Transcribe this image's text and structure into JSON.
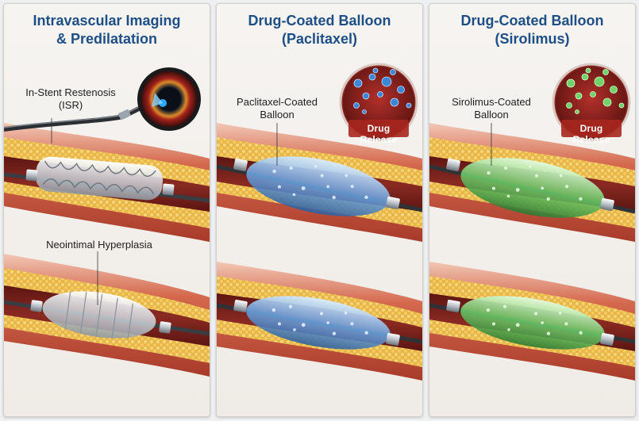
{
  "colors": {
    "title": "#1d4e86",
    "vessel_wall": "#c8553d",
    "plaque": "#e9b94c",
    "lumen": "#7a1f1c",
    "paclitaxel_drug": "#3d86d6",
    "sirolimus_drug": "#5fc25a"
  },
  "panels": [
    {
      "title_line1": "Intravascular Imaging",
      "title_line2": "& Predilatation",
      "label_top_line1": "In-Stent Restenosis",
      "label_top_line2": "(ISR)",
      "label_bottom": "Neointimal Hyperplasia",
      "icon": "ivus-catheter-icon"
    },
    {
      "title_line1": "Drug-Coated Balloon",
      "title_line2": "(Paclitaxel)",
      "label_line1": "Paclitaxel-Coated",
      "label_line2": "Balloon",
      "release_label": "Drug Release"
    },
    {
      "title_line1": "Drug-Coated Balloon",
      "title_line2": "(Sirolimus)",
      "label_line1": "Sirolimus-Coated",
      "label_line2": "Balloon",
      "release_label": "Drug Release"
    }
  ]
}
